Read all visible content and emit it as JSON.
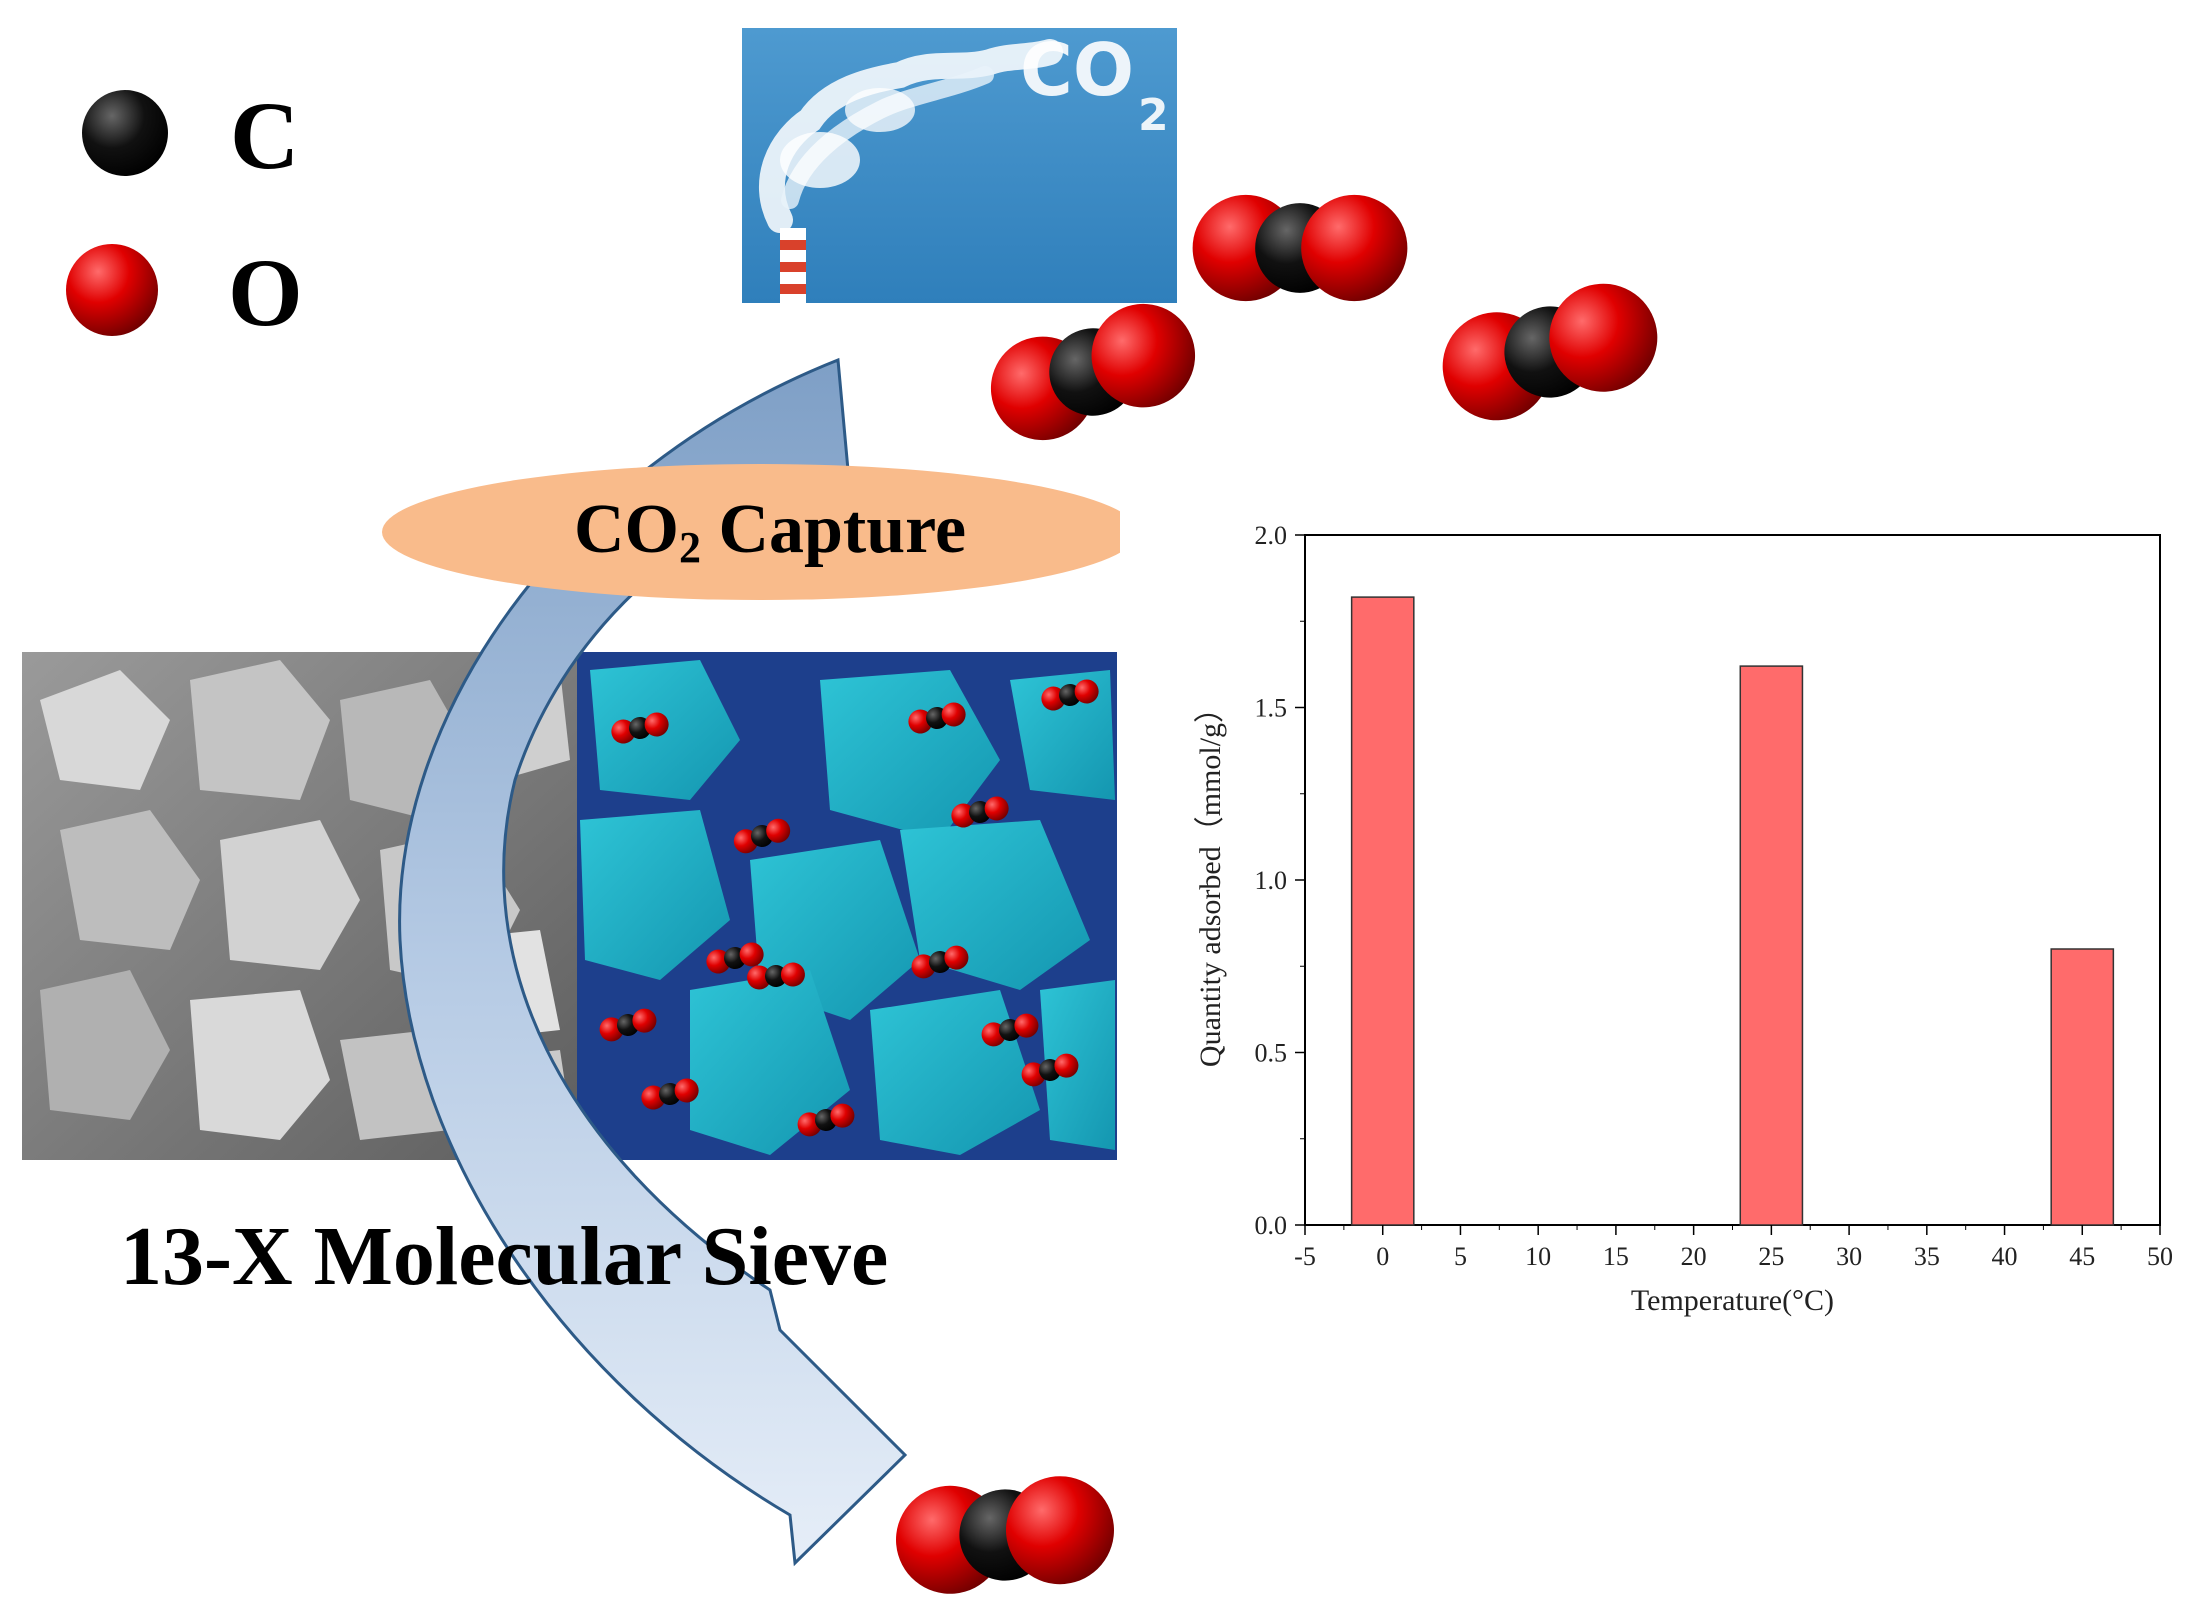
{
  "legend": {
    "carbon": {
      "label": "C",
      "color": "#111111"
    },
    "oxygen": {
      "label": "O",
      "color": "#e00000"
    }
  },
  "process": {
    "capture_main": "CO",
    "capture_sub": "2",
    "capture_suffix": " Capture",
    "sieve_title": "13-X Molecular Sieve",
    "smoke_text": "CO",
    "smoke_sub": "2"
  },
  "colors": {
    "arrow_fill": "#9fb8d8",
    "arrow_stroke": "#2d5a87",
    "ellipse": "#f9bb8b",
    "bar": "#ff6b6b",
    "sky": "#3a8cc6",
    "cyan_crystal": "#23b5c8"
  },
  "chart_data": {
    "type": "bar",
    "x": [
      0,
      25,
      45
    ],
    "values": [
      1.82,
      1.62,
      0.8
    ],
    "xlabel": "Temperature(°C)",
    "ylabel": "Quantity adsorbed（mmol/g）",
    "xlim": [
      -5,
      50
    ],
    "ylim": [
      0,
      2.0
    ],
    "xticks": [
      "-5",
      "0",
      "5",
      "10",
      "15",
      "20",
      "25",
      "30",
      "35",
      "40",
      "45",
      "50"
    ],
    "yticks": [
      "0.0",
      "0.5",
      "1.0",
      "1.5",
      "2.0"
    ],
    "grid": false
  }
}
